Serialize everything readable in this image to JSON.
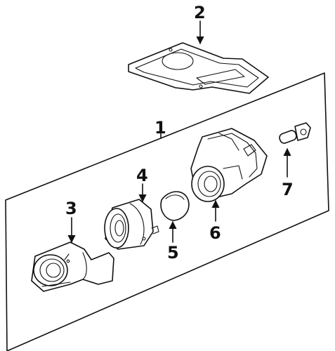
{
  "diagram": {
    "callouts": [
      {
        "id": "1",
        "text": "1"
      },
      {
        "id": "2",
        "text": "2"
      },
      {
        "id": "3",
        "text": "3"
      },
      {
        "id": "4",
        "text": "4"
      },
      {
        "id": "5",
        "text": "5"
      },
      {
        "id": "6",
        "text": "6"
      },
      {
        "id": "7",
        "text": "7"
      }
    ]
  }
}
